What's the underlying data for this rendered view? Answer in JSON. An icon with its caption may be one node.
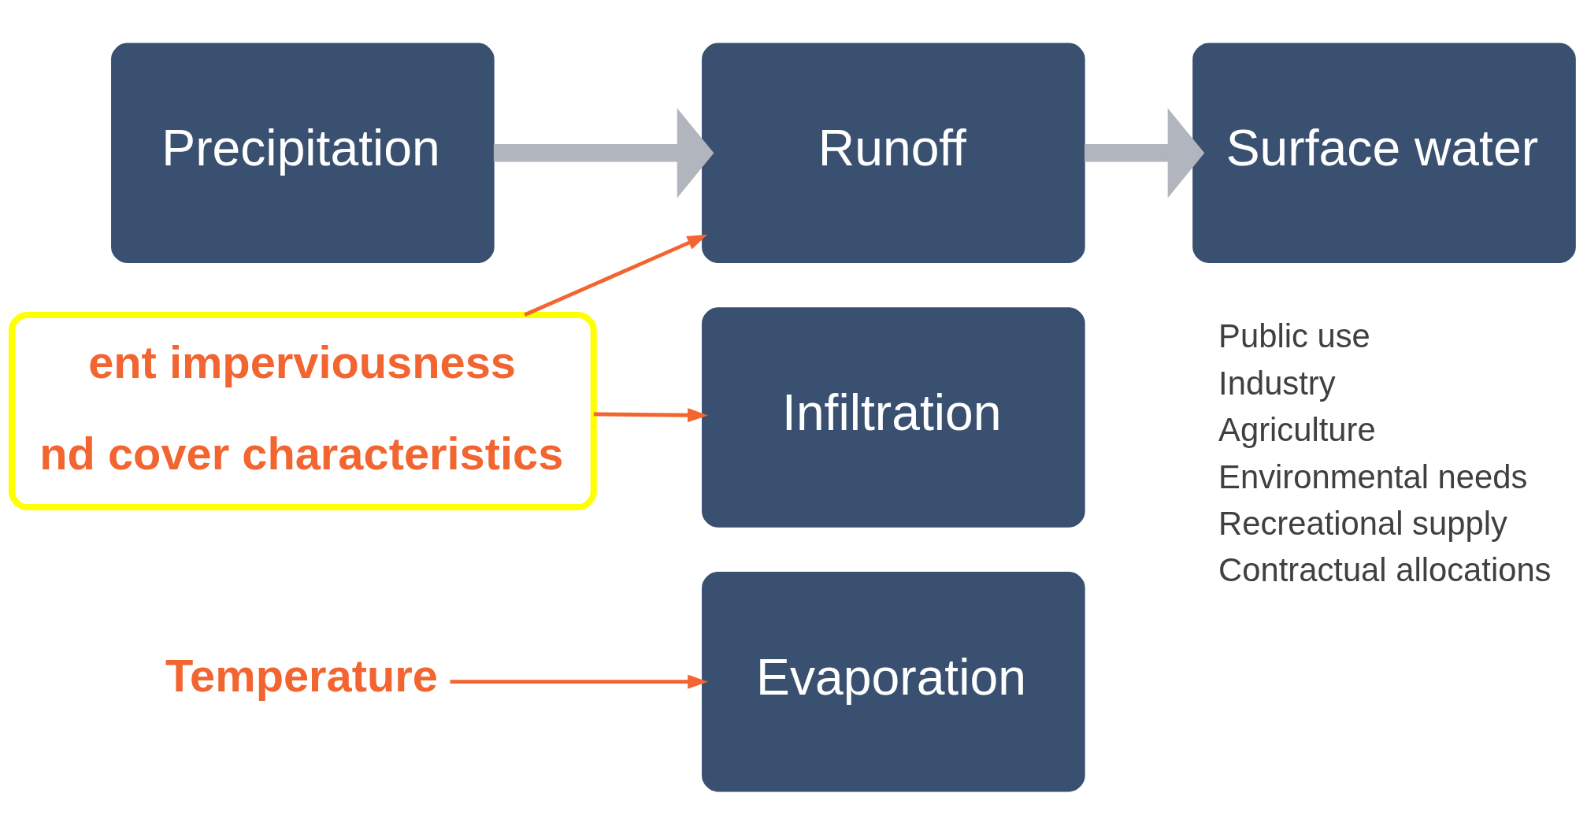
{
  "diagram": {
    "nodes": [
      {
        "text": [
          "Evaporation"
        ]
      },
      {
        "text": [
          "Precipitation"
        ]
      },
      {
        "text": [
          "Runoff"
        ]
      },
      {
        "text": [
          "Surface water"
        ],
        "beside": [
          "Public use",
          "Industry",
          "Agriculture",
          "Environmental needs",
          "Recreational supply",
          "Contractual allocations"
        ]
      },
      {
        "text": [
          "Infiltration"
        ]
      },
      {
        "text": [
          "Temperature"
        ]
      },
      {
        "text": [
          "ent imperviousness",
          "nd cover characteristics"
        ]
      }
    ],
    "edges": [
      {
        "from": 5,
        "to": 0,
        "arrow": "to"
      },
      {
        "from": 1,
        "to": 2,
        "arrow": "to",
        "style": "thick",
        "color": "#b1b5bd"
      },
      {
        "from": 2,
        "to": 3,
        "arrow": "to",
        "style": "thick",
        "color": "#b1b5bd"
      },
      {
        "from": 6,
        "to": 2,
        "arrow": "to"
      },
      {
        "from": 6,
        "to": 4,
        "arrow": "to"
      }
    ]
  }
}
